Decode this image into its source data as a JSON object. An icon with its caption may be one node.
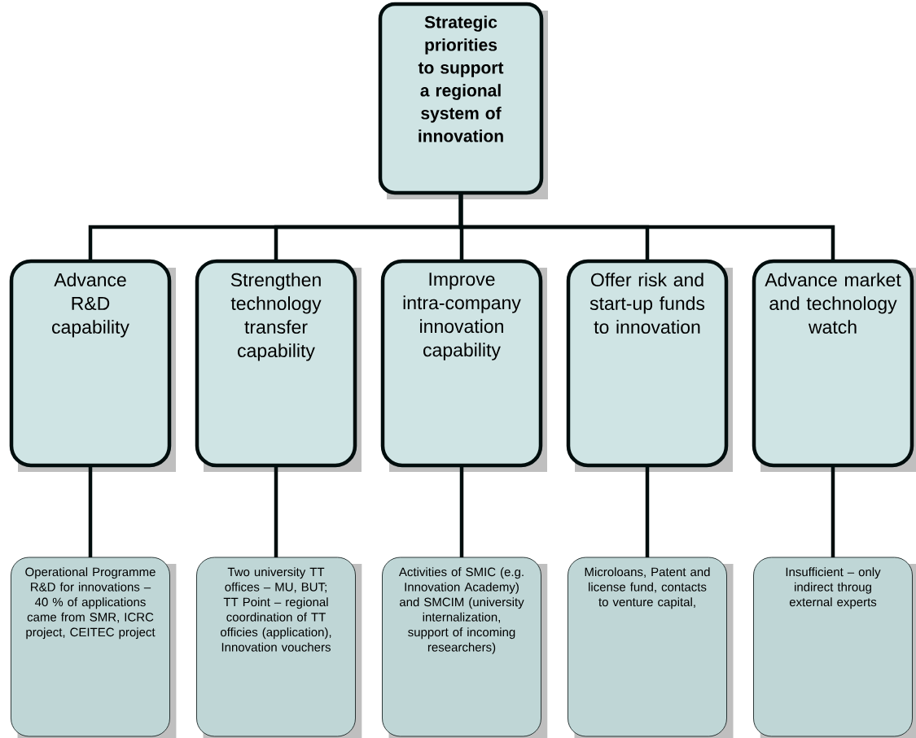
{
  "diagram": {
    "nodes": [
      {
        "text": [
          "Strategic priorities to support a regional system of innovation"
        ]
      },
      {
        "text": [
          "Advance R&D capability"
        ]
      },
      {
        "text": [
          "Strengthen technology transfer capability"
        ]
      },
      {
        "text": [
          "Improve intra-company innovation capability"
        ]
      },
      {
        "text": [
          "Offer risk and start-up funds to innovation"
        ]
      },
      {
        "text": [
          "Advance market and technology watch"
        ]
      },
      {
        "text": [
          "Operational Programme R&D for innovations – 40 % of applications came from SMR, ICRC project, CEITEC project"
        ]
      },
      {
        "text": [
          "Two university TT offices – MU, BUT; TT Point – regional coordination of TT officies (application), Innovation vouchers"
        ]
      },
      {
        "text": [
          "Activities of SMIC (e.g. Innovation Academy) and SMCIM (university internalization, support of incoming researchers)"
        ]
      },
      {
        "text": [
          "Microloans, Patent and license fund, contacts to venture capital,"
        ]
      },
      {
        "text": [
          "Insufficient – only indirect throug external experts"
        ]
      }
    ],
    "edges": [
      {
        "from": 0,
        "to": 1,
        "arrow": "none"
      },
      {
        "from": 0,
        "to": 2,
        "arrow": "none"
      },
      {
        "from": 0,
        "to": 3,
        "arrow": "none"
      },
      {
        "from": 0,
        "to": 4,
        "arrow": "none"
      },
      {
        "from": 0,
        "to": 5,
        "arrow": "none"
      },
      {
        "from": 1,
        "to": 6,
        "arrow": "none"
      },
      {
        "from": 2,
        "to": 7,
        "arrow": "none"
      },
      {
        "from": 3,
        "to": 8,
        "arrow": "none"
      },
      {
        "from": 4,
        "to": 9,
        "arrow": "none"
      },
      {
        "from": 5,
        "to": 10,
        "arrow": "none"
      }
    ]
  }
}
